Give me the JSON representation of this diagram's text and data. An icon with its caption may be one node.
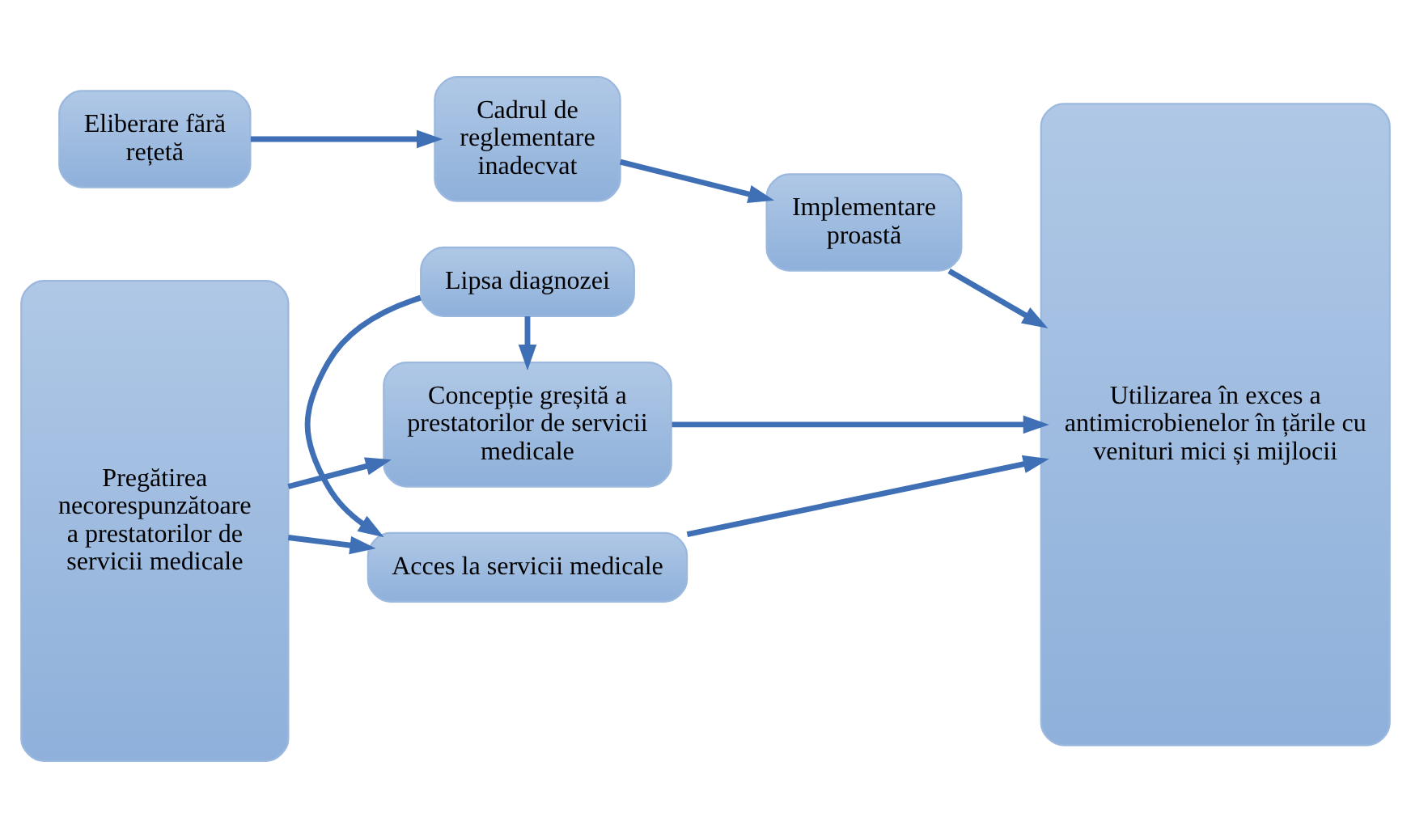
{
  "diagram": {
    "nodes": [
      {
        "text": [
          "Eliberare fără rețetă"
        ]
      },
      {
        "text": [
          "Cadrul de reglementare inadecvat"
        ]
      },
      {
        "text": [
          "Implementare proastă"
        ]
      },
      {
        "text": [
          "Utilizarea în exces a antimicrobienelor în țările cu venituri mici și mijlocii"
        ]
      },
      {
        "text": [
          "Pregătirea necorespunzătoare a prestatorilor de servicii medicale"
        ]
      },
      {
        "text": [
          "Acces la servicii medicale"
        ]
      },
      {
        "text": [
          "Lipsa diagnozei"
        ]
      },
      {
        "text": [
          "Concepție greșită a prestatorilor de servicii medicale"
        ]
      }
    ],
    "edges": [
      {
        "from": 0,
        "to": 1,
        "arrow": "to"
      },
      {
        "from": 1,
        "to": 2,
        "arrow": "to"
      },
      {
        "from": 2,
        "to": 3,
        "arrow": "to"
      },
      {
        "from": 4,
        "to": 5,
        "arrow": "to"
      },
      {
        "from": 5,
        "to": 3,
        "arrow": "to"
      },
      {
        "from": 6,
        "to": 5,
        "arrow": "to"
      },
      {
        "from": 6,
        "to": 7,
        "arrow": "to"
      },
      {
        "from": 4,
        "to": 7,
        "arrow": "to"
      },
      {
        "from": 7,
        "to": 3,
        "arrow": "to"
      }
    ]
  }
}
